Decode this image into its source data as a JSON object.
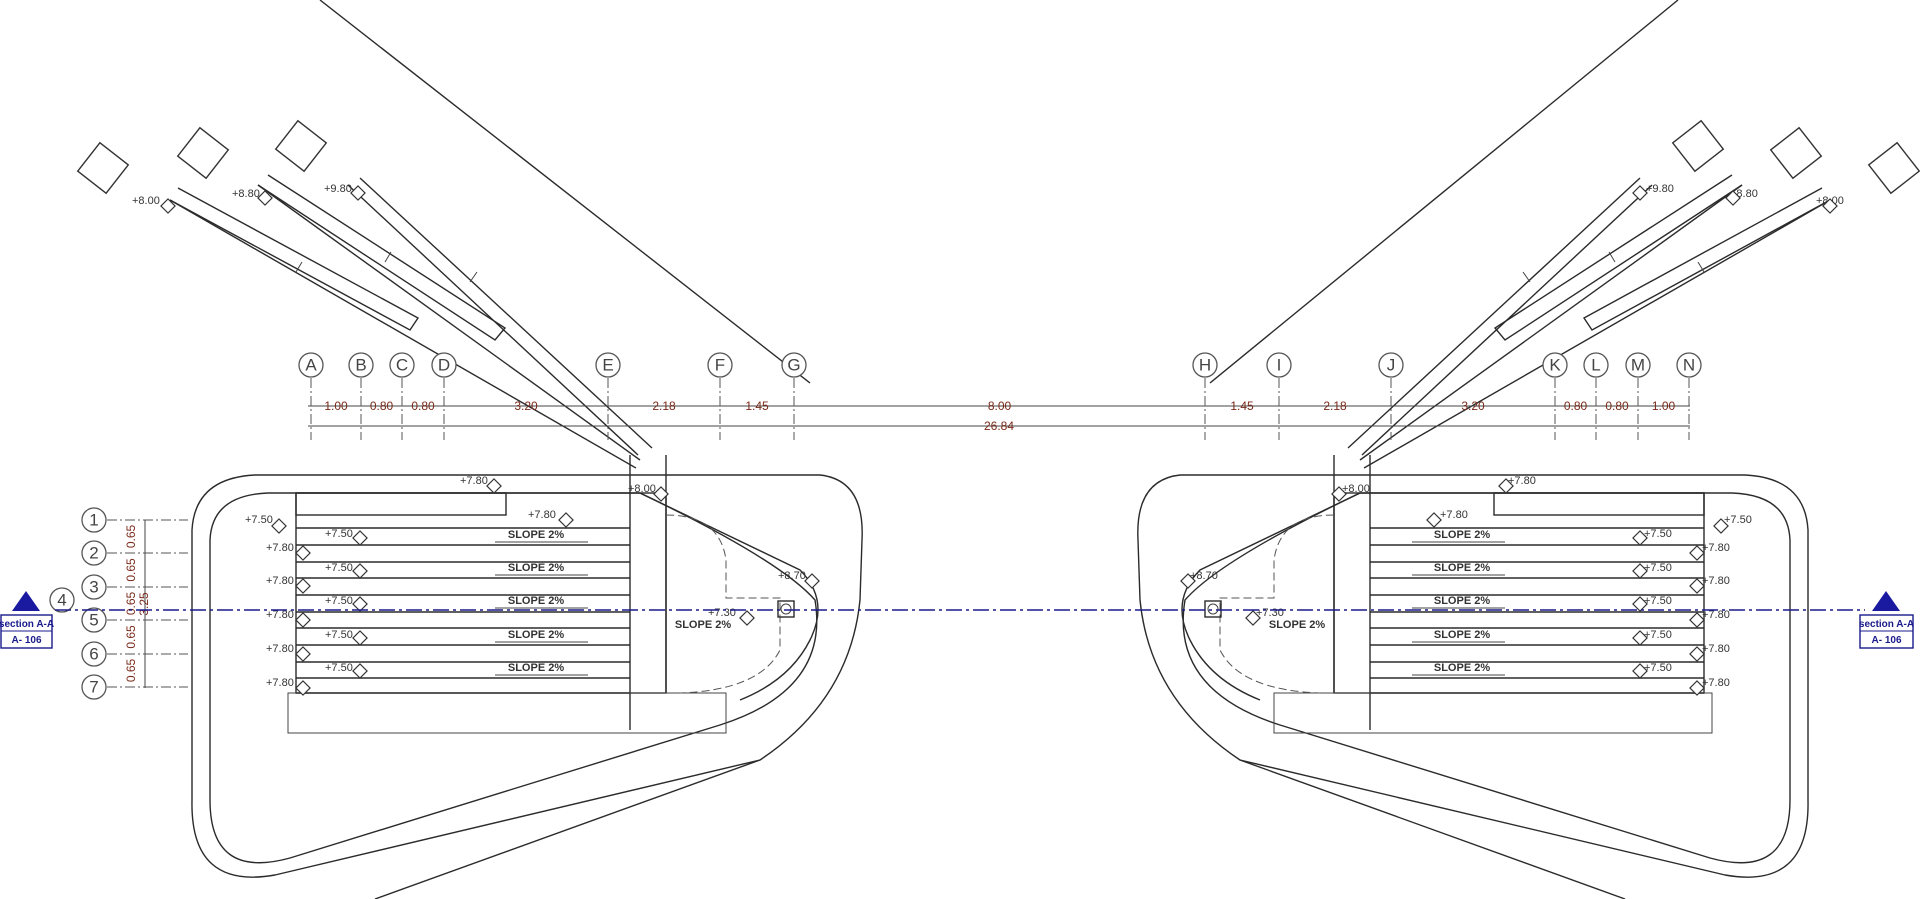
{
  "grid_columns": [
    {
      "label": "A"
    },
    {
      "label": "B"
    },
    {
      "label": "C"
    },
    {
      "label": "D"
    },
    {
      "label": "E"
    },
    {
      "label": "F"
    },
    {
      "label": "G"
    },
    {
      "label": "H"
    },
    {
      "label": "I"
    },
    {
      "label": "J"
    },
    {
      "label": "K"
    },
    {
      "label": "L"
    },
    {
      "label": "M"
    },
    {
      "label": "N"
    }
  ],
  "grid_rows": [
    {
      "label": "1"
    },
    {
      "label": "2"
    },
    {
      "label": "3"
    },
    {
      "label": "4"
    },
    {
      "label": "5"
    },
    {
      "label": "6"
    },
    {
      "label": "7"
    }
  ],
  "column_dimensions": [
    "1.00",
    "0.80",
    "0.80",
    "3.20",
    "2.18",
    "1.45",
    "8.00",
    "1.45",
    "2.18",
    "3.20",
    "0.80",
    "0.80",
    "1.00"
  ],
  "overall_dimension": "26.84",
  "row_dimensions": [
    "0.65",
    "0.65",
    "0.65",
    "0.65",
    "0.65",
    "0.65"
  ],
  "row_total_dimension": "3.25",
  "slope_label": "SLOPE 2%",
  "levels": {
    "l800": "+8.00",
    "l880": "+8.80",
    "l980": "+9.80",
    "l780": "+7.80",
    "l750": "+7.50",
    "l870": "+8.70",
    "l730": "+7.30"
  },
  "section_marker": {
    "name": "section A-A",
    "sheet": "A- 106"
  },
  "colors": {
    "line": "#2b2b2b",
    "dimension_text": "#7a2a1a",
    "section": "#1a1a8c"
  }
}
